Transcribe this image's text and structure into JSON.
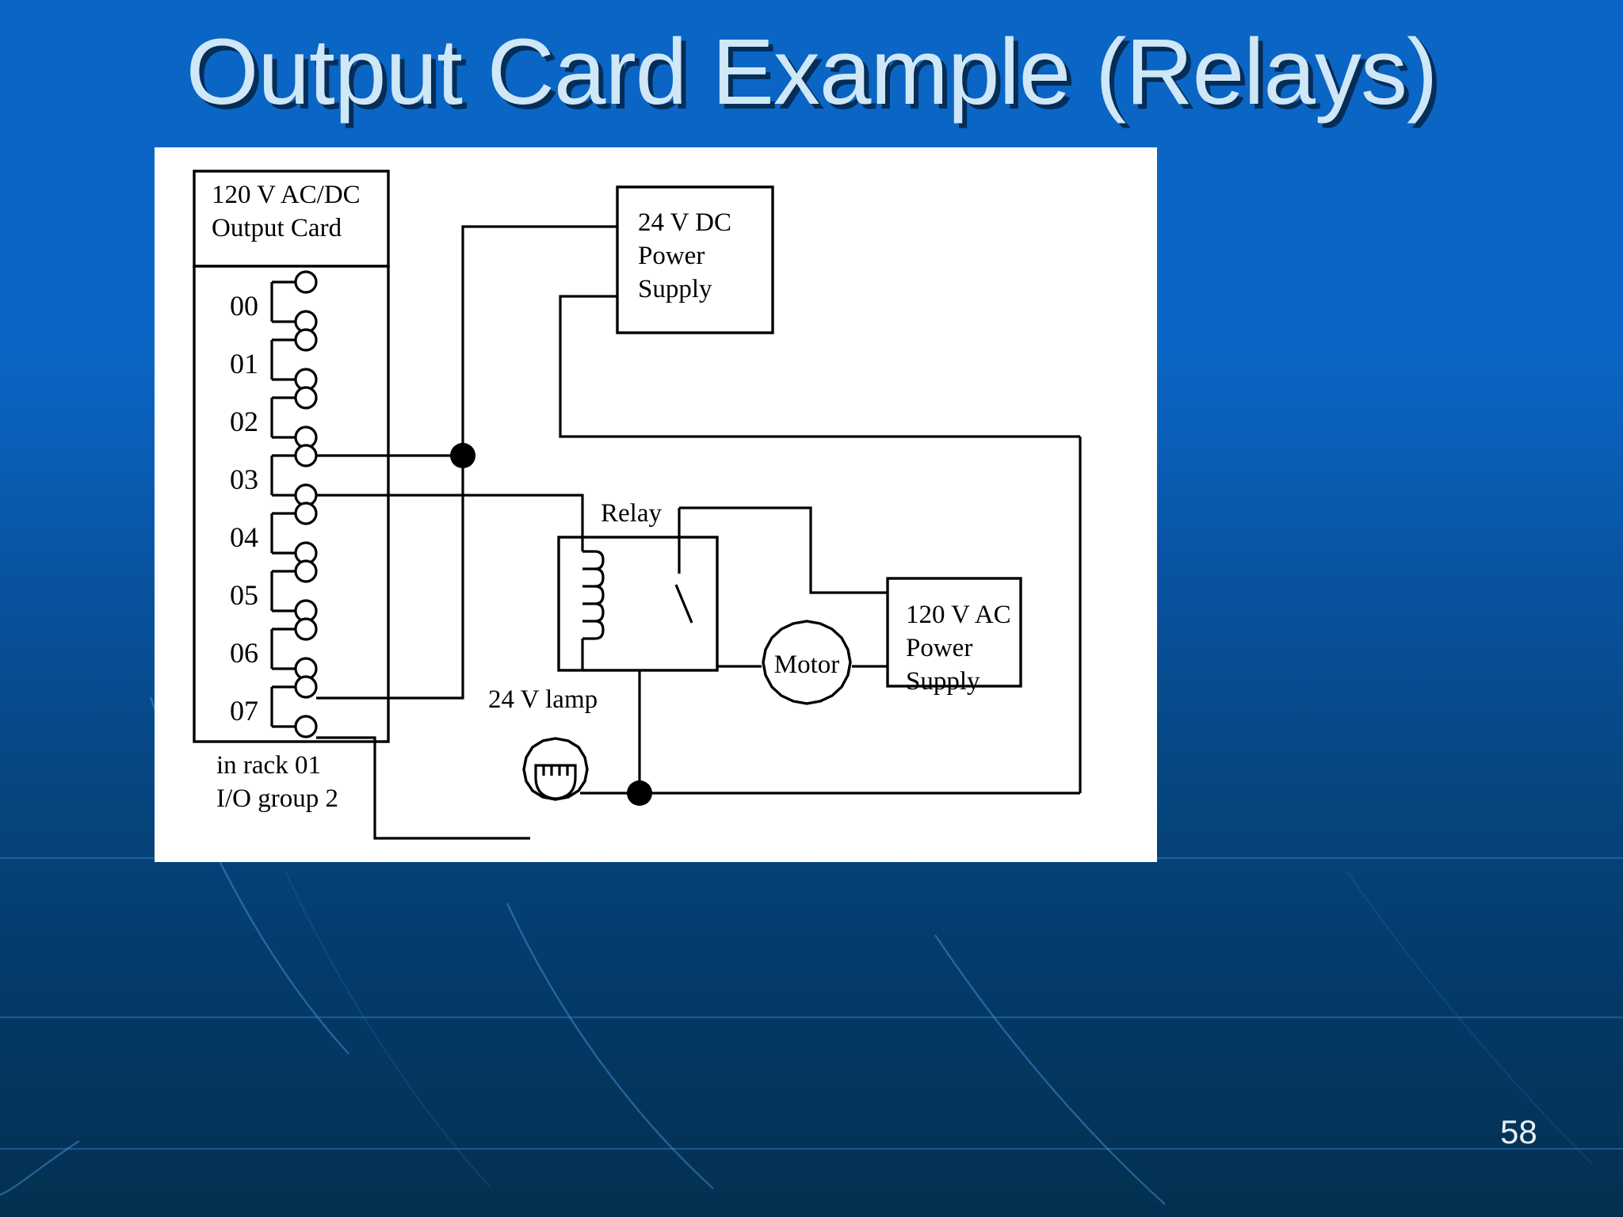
{
  "slide": {
    "title": "Output Card Example (Relays)",
    "number": "58",
    "background_color": "#0a65c4",
    "title_color": "#cfe7f7"
  },
  "diagram": {
    "type": "schematic",
    "background_color": "#ffffff",
    "output_card": {
      "header_line1": "120 V AC/DC",
      "header_line2": "Output Card",
      "channels": [
        "00",
        "01",
        "02",
        "03",
        "04",
        "05",
        "06",
        "07"
      ],
      "footer_line1": "in rack 01",
      "footer_line2": "I/O group 2"
    },
    "blocks": [
      {
        "id": "psu_24vdc",
        "line1": "24 V DC",
        "line2": "Power",
        "line3": "Supply"
      },
      {
        "id": "psu_120vac",
        "line1": "120 V AC",
        "line2": "Power",
        "line3": "Supply"
      }
    ],
    "components": [
      {
        "id": "relay",
        "label": "Relay"
      },
      {
        "id": "motor",
        "label": "Motor"
      },
      {
        "id": "lamp",
        "label": "24 V lamp"
      }
    ],
    "junction_dots": 2,
    "wire_color": "#000000"
  }
}
